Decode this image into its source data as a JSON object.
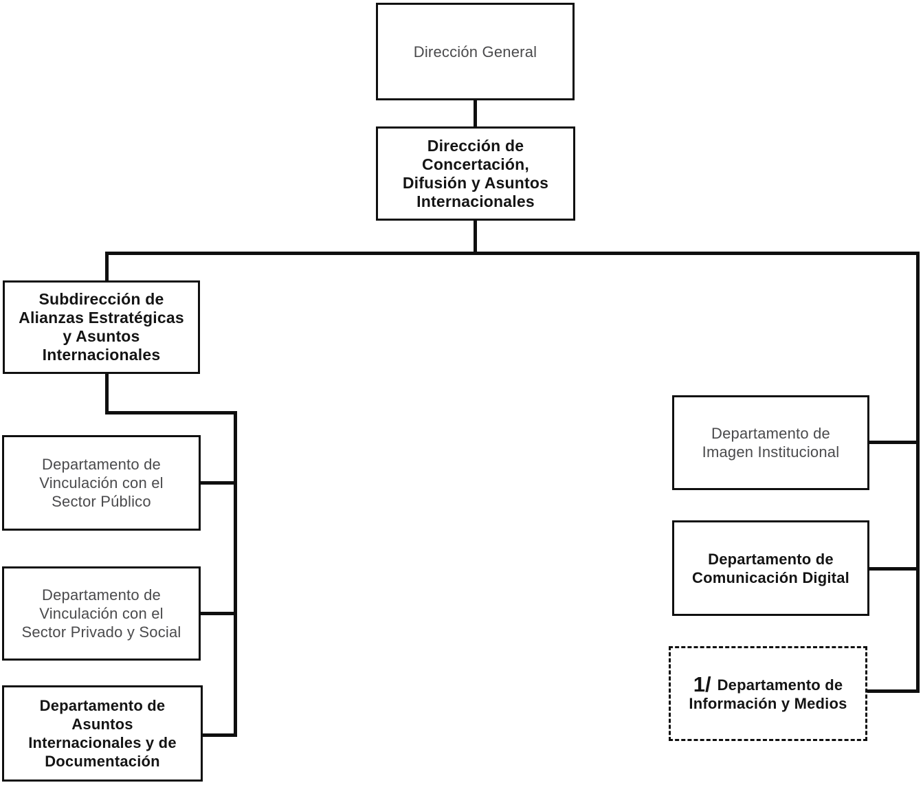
{
  "org_chart": {
    "type": "organizational-chart",
    "nodes": [
      {
        "id": "direccion-general",
        "label": "Dirección General",
        "style": "regular",
        "border": "solid"
      },
      {
        "id": "direccion-concertacion",
        "label": "Dirección de\nConcertación,\nDifusión y Asuntos\nInternacionales",
        "style": "bold",
        "border": "solid"
      },
      {
        "id": "subdireccion-alianzas",
        "label": "Subdirección de\nAlianzas Estratégicas\ny Asuntos\nInternacionales",
        "style": "bold",
        "border": "solid"
      },
      {
        "id": "depto-vinculacion-sector-publico",
        "label": "Departamento de\nVinculación con el\nSector Público",
        "style": "regular",
        "border": "solid"
      },
      {
        "id": "depto-vinculacion-sector-privado",
        "label": "Departamento de\nVinculación con el\nSector Privado y Social",
        "style": "regular",
        "border": "solid"
      },
      {
        "id": "depto-asuntos-internacionales",
        "label": "Departamento de\nAsuntos\nInternacionales y de\nDocumentación",
        "style": "bold",
        "border": "solid"
      },
      {
        "id": "depto-imagen-institucional",
        "label": "Departamento de\nImagen Institucional",
        "style": "regular",
        "border": "solid"
      },
      {
        "id": "depto-comunicacion-digital",
        "label": "Departamento de\nComunicación Digital",
        "style": "bold",
        "border": "solid"
      },
      {
        "id": "depto-informacion-medios",
        "prefix": "1/",
        "label": "Departamento de\nInformación y Medios",
        "style": "bold",
        "border": "dashed"
      }
    ],
    "edges": [
      {
        "from": "direccion-general",
        "to": "direccion-concertacion"
      },
      {
        "from": "direccion-concertacion",
        "to": "subdireccion-alianzas"
      },
      {
        "from": "subdireccion-alianzas",
        "to": "depto-vinculacion-sector-publico"
      },
      {
        "from": "subdireccion-alianzas",
        "to": "depto-vinculacion-sector-privado"
      },
      {
        "from": "subdireccion-alianzas",
        "to": "depto-asuntos-internacionales"
      },
      {
        "from": "direccion-concertacion",
        "to": "depto-imagen-institucional"
      },
      {
        "from": "direccion-concertacion",
        "to": "depto-comunicacion-digital"
      },
      {
        "from": "direccion-concertacion",
        "to": "depto-informacion-medios"
      }
    ],
    "colors": {
      "line": "#0f0f0f",
      "box_border": "#0f0f0f",
      "text_regular": "#4a4a4c",
      "text_bold": "#141414",
      "background": "#ffffff"
    }
  }
}
